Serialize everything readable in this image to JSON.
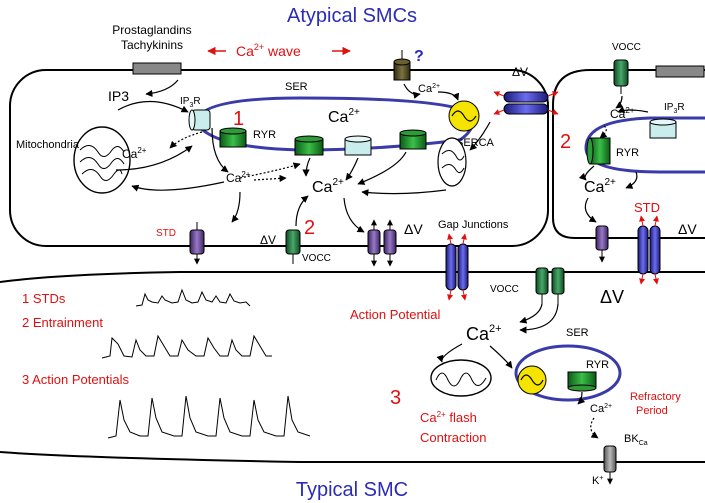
{
  "titles": {
    "top": "Atypical SMCs",
    "bottom": "Typical SMC"
  },
  "colors": {
    "title_blue": "#2b2bb5",
    "red_text": "#e01010",
    "ser_blue": "#3a3aa8",
    "ryr_green": "#1f8a2a",
    "std_purple": "#6a4a9a",
    "gap_blue": "#3a3ac0",
    "vocc_green": "#2a7a4a",
    "serca_yellow": "#f4e400",
    "ip3r_teal": "#c9ecec"
  },
  "atypical": {
    "prostaglandins": "Prostaglandins",
    "tachykinins": "Tachykinins",
    "ca_wave": "Ca2+ wave",
    "question": "?",
    "ser": "SER",
    "ip3": "IP3",
    "ip3r": "IP3R",
    "mitochondria": "Mitochondria",
    "ryr": "RYR",
    "serca": "SERCA",
    "step1": "1",
    "step2": "2",
    "std": "STD",
    "dv": "ΔV",
    "vocc": "VOCC",
    "gap_junctions": "Gap Junctions"
  },
  "right_cell": {
    "dv": "ΔV",
    "vocc": "VOCC",
    "ip3r": "IP3R",
    "ryr": "RYR",
    "step2": "2",
    "std": "STD"
  },
  "typical": {
    "legend": [
      "1 STDs",
      "2 Entrainment",
      "3 Action Potentials"
    ],
    "action_potential": "Action Potential",
    "vocc": "VOCC",
    "dv": "ΔV",
    "ser": "SER",
    "ryr": "RYR",
    "step3": "3",
    "ca_flash": "Ca2+ flash",
    "contraction": "Contraction",
    "refractory": "Refractory",
    "period": "Period",
    "bk": "BKCa",
    "k": "K+"
  },
  "ions": {
    "ca": "Ca",
    "charge": "2+"
  }
}
